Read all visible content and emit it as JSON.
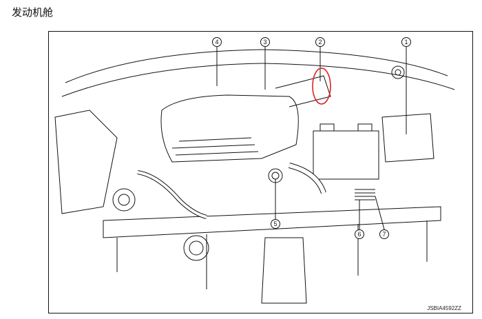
{
  "title": "发动机舱",
  "figure_code": "JSBIA4592ZZ",
  "callouts": [
    "1",
    "2",
    "3",
    "4",
    "5",
    "6",
    "7"
  ],
  "highlight_color": "#e02020"
}
